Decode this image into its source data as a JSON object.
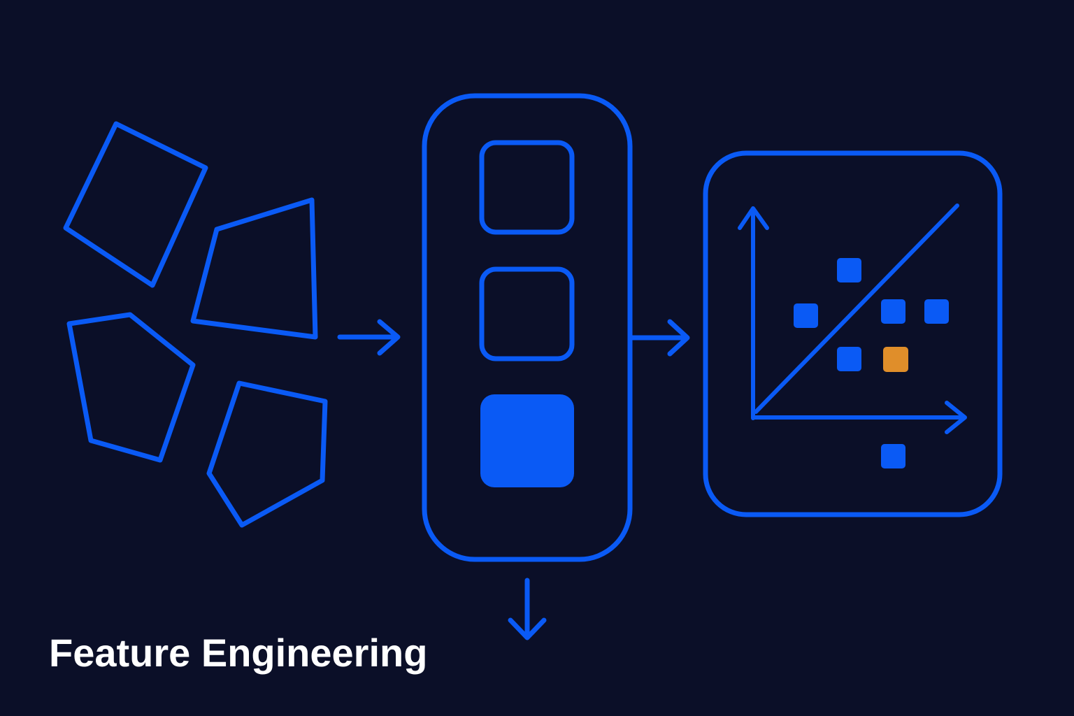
{
  "title": "Feature Engineering",
  "colors": {
    "background": "#0b0f28",
    "accent": "#0a5af5",
    "highlight": "#e08e2a",
    "text": "#ffffff"
  },
  "stages": [
    {
      "id": "raw-data",
      "icon": "scattered-polygons-icon"
    },
    {
      "id": "feature-stack",
      "icon": "stacked-squares-icon"
    },
    {
      "id": "feature-space",
      "icon": "scatter-plot-icon"
    }
  ]
}
